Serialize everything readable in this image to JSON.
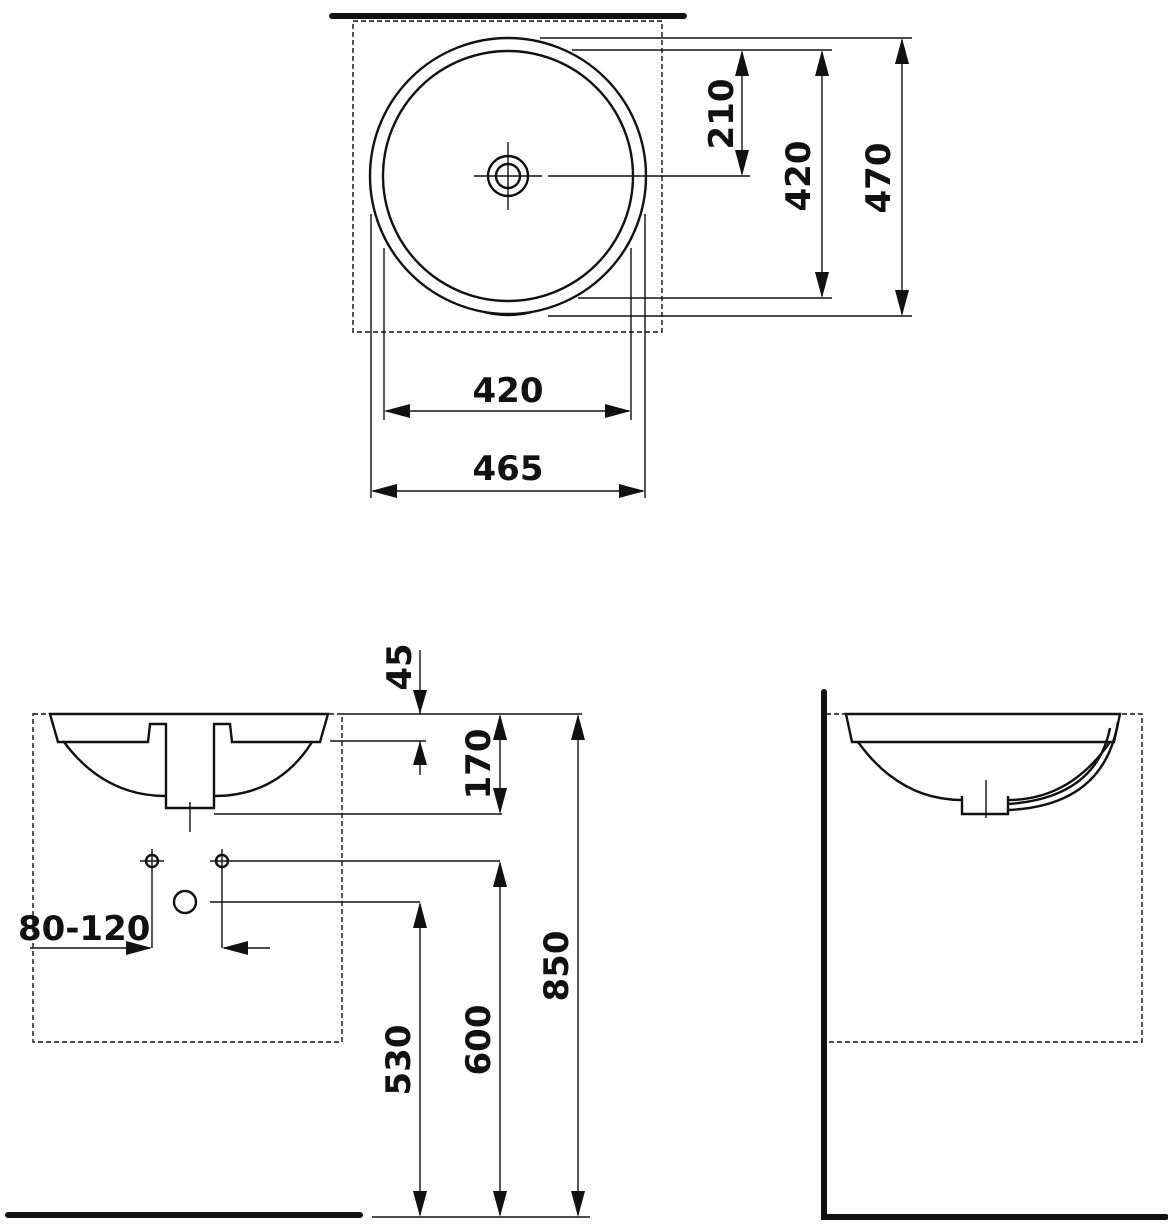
{
  "colors": {
    "ink": "#111111",
    "paper": "#ffffff"
  },
  "top_view": {
    "width_inner": "420",
    "width_outer": "465",
    "depth_drain": "210",
    "depth_inner": "420",
    "depth_outer": "470"
  },
  "front_view": {
    "rim_height": "45",
    "bowl_height": "170",
    "tap_spacing": "80-120",
    "drain_height": "530",
    "supply_height": "600",
    "counter_height": "850"
  }
}
